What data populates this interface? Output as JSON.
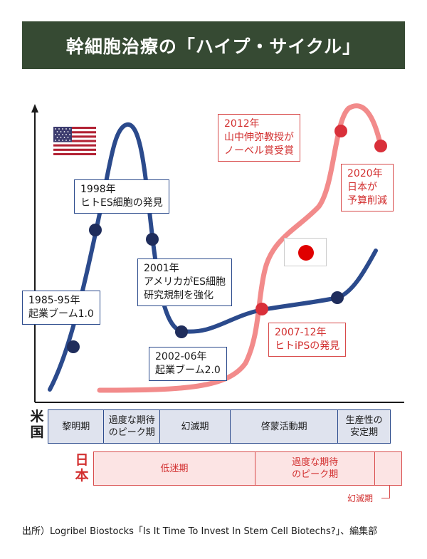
{
  "title": "幹細胞治療の「ハイプ・サイクル」",
  "colors": {
    "us_line": "#2b4a8c",
    "jp_line": "#f28b8b",
    "jp_dot": "#d9303a",
    "title_bg": "#364a33"
  },
  "icons": {
    "us_flag": "us-flag-icon",
    "jp_flag": "jp-flag-icon"
  },
  "us_labels": [
    {
      "id": "l1",
      "text": "1985-95年\n起業ブーム1.0"
    },
    {
      "id": "l2",
      "text": "1998年\nヒトES細胞の発見"
    },
    {
      "id": "l3",
      "text": "2001年\nアメリカがES細胞\n研究規制を強化"
    },
    {
      "id": "l4",
      "text": "2002-06年\n起業ブーム2.0"
    }
  ],
  "jp_labels": [
    {
      "id": "j1",
      "text": "2012年\n山中伸弥教授が\nノーベル賞受賞"
    },
    {
      "id": "j2",
      "text": "2020年\n日本が\n予算削減"
    },
    {
      "id": "j3",
      "text": "2007-12年\nヒトiPSの発見"
    }
  ],
  "rows": {
    "us_label": "米国",
    "jp_label": "日本",
    "us_phases": [
      {
        "label": "黎明期",
        "span": 0.163
      },
      {
        "label": "過度な期待\nのピーク期",
        "span": 0.165
      },
      {
        "label": "幻滅期",
        "span": 0.205
      },
      {
        "label": "啓蒙活動期",
        "span": 0.314
      },
      {
        "label": "生産性の\n安定期",
        "span": 0.153
      }
    ],
    "jp_phases": [
      {
        "label": "低迷期",
        "span": 0.522
      },
      {
        "label": "過度な期待\nのピーク期",
        "span": 0.389
      },
      {
        "label": "",
        "span": 0.089
      }
    ],
    "jp_note": "幻滅期"
  },
  "source": "出所）Logribel Biostocks「Is It Time To Invest In Stem Cell Biotechs?」、編集部"
}
